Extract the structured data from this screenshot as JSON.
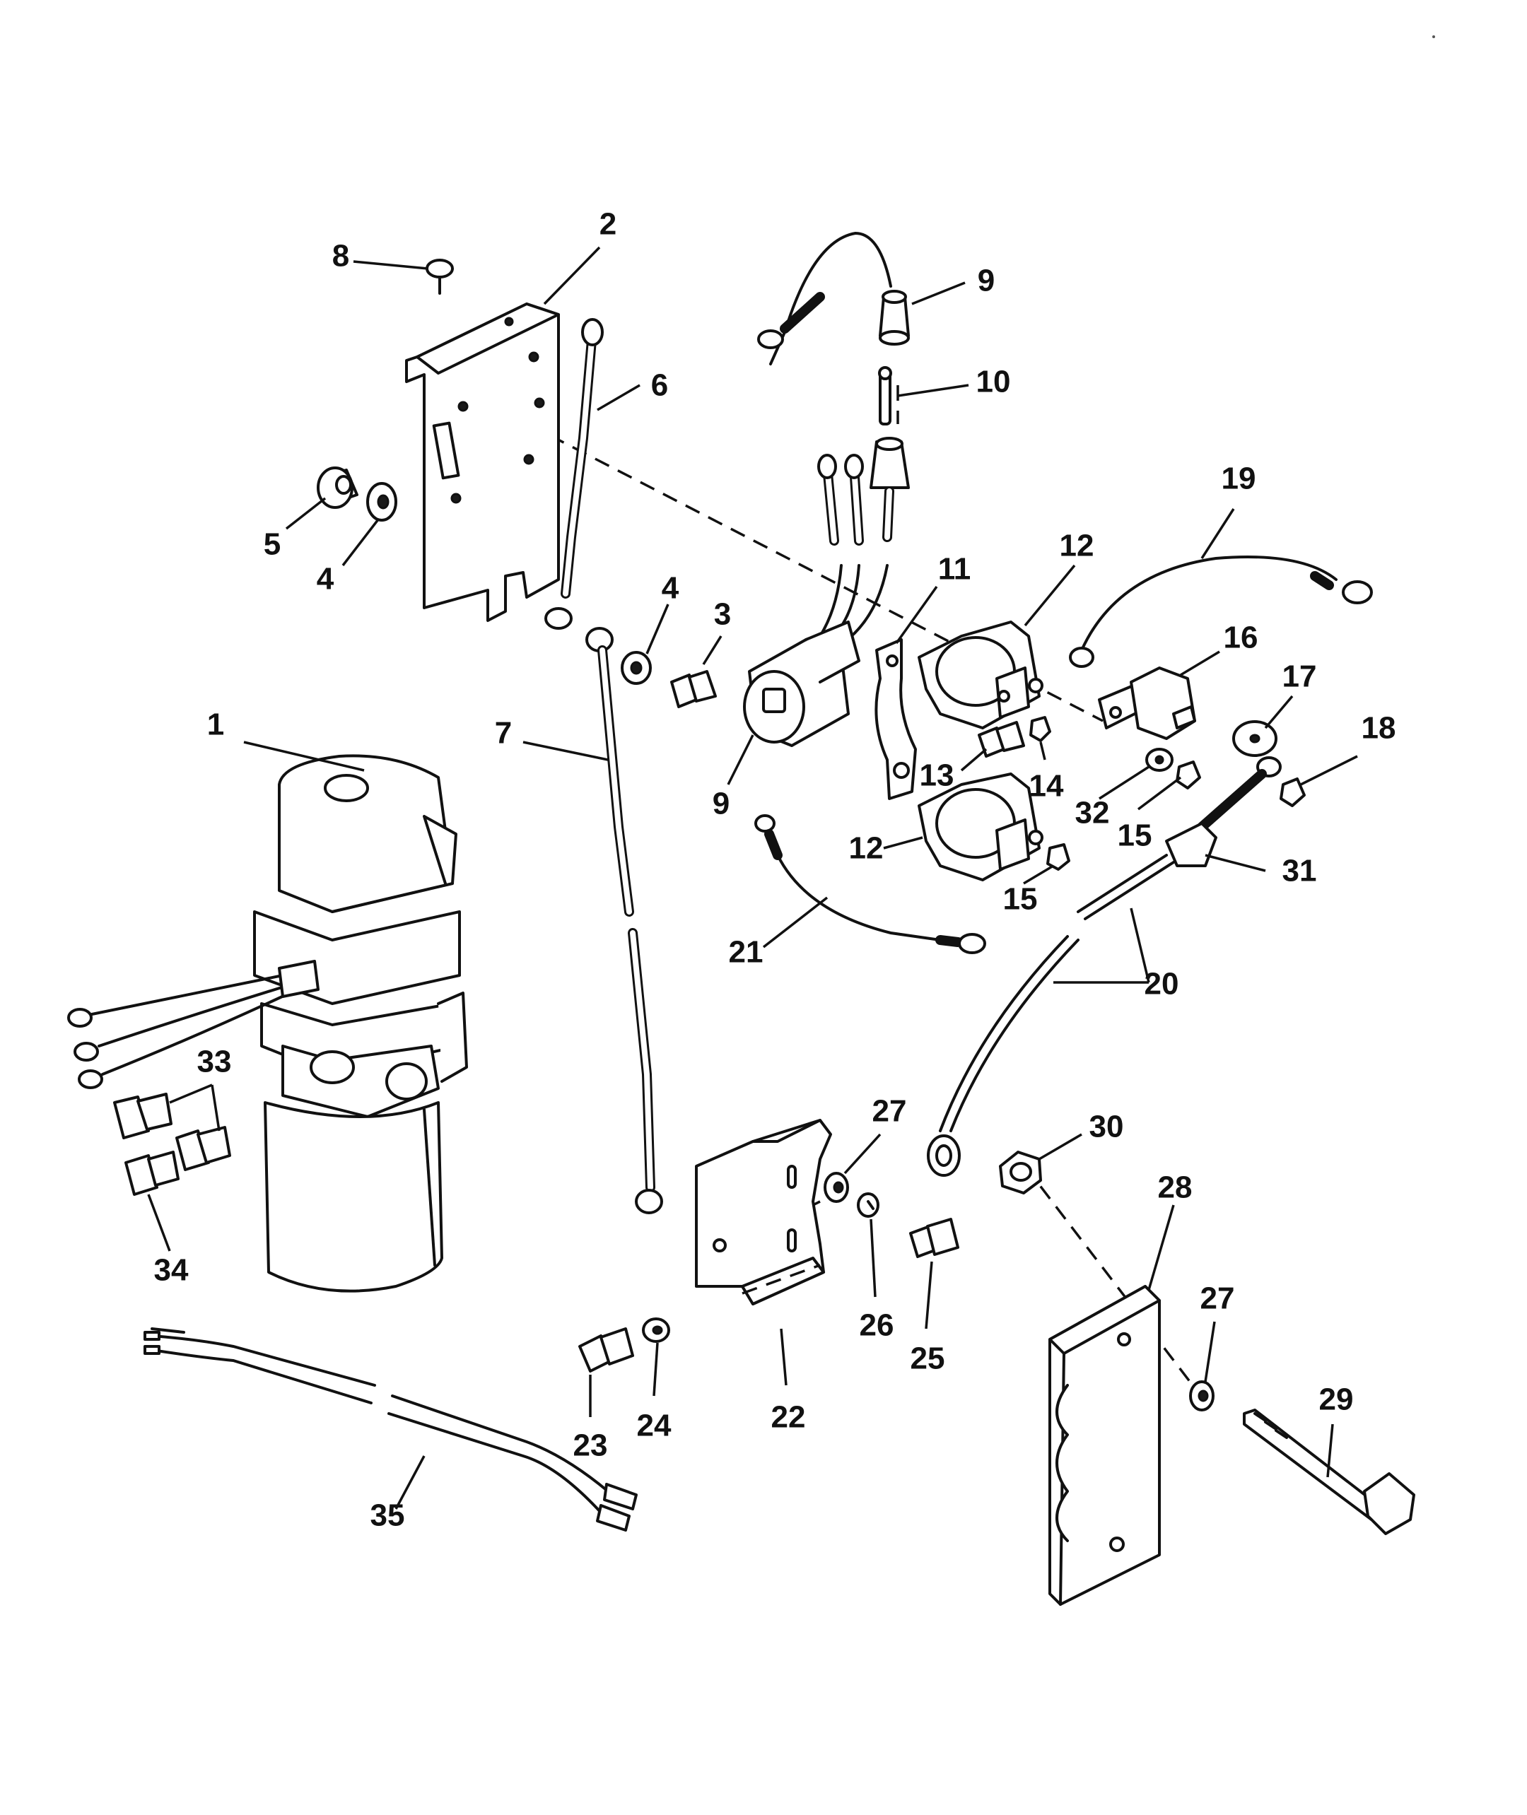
{
  "callouts": [
    {
      "id": "c1",
      "label": "1"
    },
    {
      "id": "c2",
      "label": "2"
    },
    {
      "id": "c3",
      "label": "3"
    },
    {
      "id": "c4a",
      "label": "4"
    },
    {
      "id": "c4b",
      "label": "4"
    },
    {
      "id": "c5",
      "label": "5"
    },
    {
      "id": "c6",
      "label": "6"
    },
    {
      "id": "c7",
      "label": "7"
    },
    {
      "id": "c8",
      "label": "8"
    },
    {
      "id": "c9a",
      "label": "9"
    },
    {
      "id": "c9b",
      "label": "9"
    },
    {
      "id": "c10",
      "label": "10"
    },
    {
      "id": "c11",
      "label": "11"
    },
    {
      "id": "c12a",
      "label": "12"
    },
    {
      "id": "c12b",
      "label": "12"
    },
    {
      "id": "c13",
      "label": "13"
    },
    {
      "id": "c14",
      "label": "14"
    },
    {
      "id": "c15a",
      "label": "15"
    },
    {
      "id": "c15b",
      "label": "15"
    },
    {
      "id": "c16",
      "label": "16"
    },
    {
      "id": "c17",
      "label": "17"
    },
    {
      "id": "c18",
      "label": "18"
    },
    {
      "id": "c19",
      "label": "19"
    },
    {
      "id": "c20",
      "label": "20"
    },
    {
      "id": "c21",
      "label": "21"
    },
    {
      "id": "c22",
      "label": "22"
    },
    {
      "id": "c23",
      "label": "23"
    },
    {
      "id": "c24",
      "label": "24"
    },
    {
      "id": "c25",
      "label": "25"
    },
    {
      "id": "c26",
      "label": "26"
    },
    {
      "id": "c27a",
      "label": "27"
    },
    {
      "id": "c27b",
      "label": "27"
    },
    {
      "id": "c28",
      "label": "28"
    },
    {
      "id": "c29",
      "label": "29"
    },
    {
      "id": "c30",
      "label": "30"
    },
    {
      "id": "c31",
      "label": "31"
    },
    {
      "id": "c32",
      "label": "32"
    },
    {
      "id": "c33",
      "label": "33"
    },
    {
      "id": "c34",
      "label": "34"
    },
    {
      "id": "c35",
      "label": "35"
    }
  ]
}
